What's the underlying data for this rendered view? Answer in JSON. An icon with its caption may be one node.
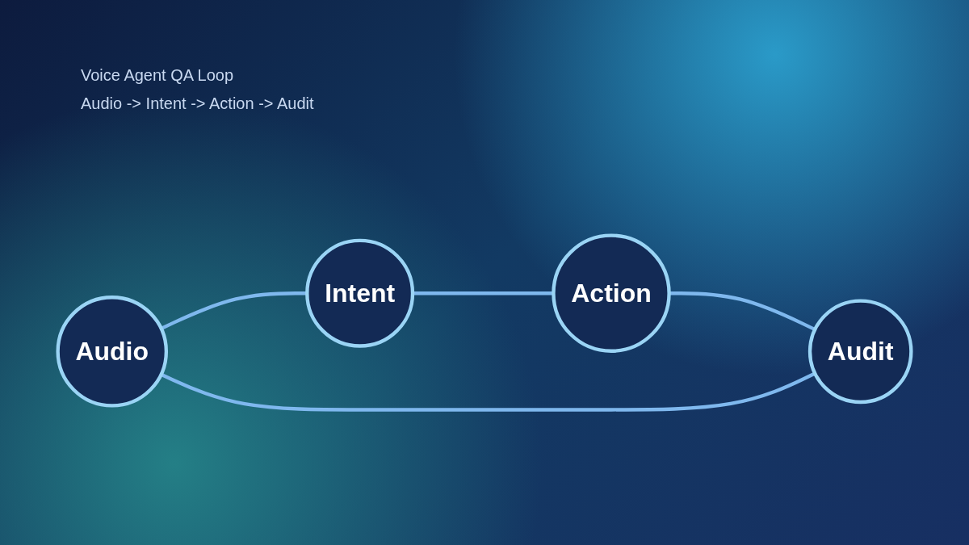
{
  "diagram": {
    "title": "Voice Agent QA Loop",
    "nodes": [
      {
        "text": [
          "Audio"
        ]
      },
      {
        "text": [
          "Intent"
        ]
      },
      {
        "text": [
          "Action"
        ]
      },
      {
        "text": [
          "Audit"
        ]
      }
    ],
    "edges": [
      {
        "from": 0,
        "to": 1,
        "arrow": "none"
      },
      {
        "from": 1,
        "to": 2,
        "arrow": "none"
      },
      {
        "from": 2,
        "to": 3,
        "arrow": "none"
      },
      {
        "from": 3,
        "to": 0,
        "arrow": "none"
      }
    ],
    "labels": [
      "Audio -> Intent -> Action -> Audit"
    ]
  }
}
